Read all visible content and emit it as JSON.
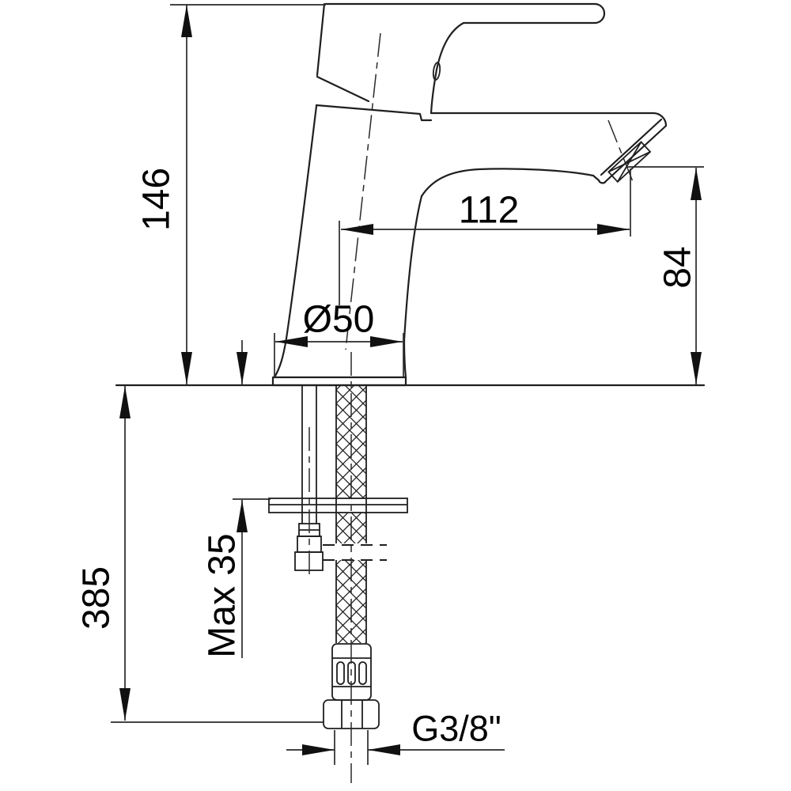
{
  "drawing": {
    "type": "technical-dimension-drawing",
    "subject": "single-lever basin mixer tap, side elevation with flexible supply hose",
    "labels": {
      "total_height": "146",
      "spout_reach": "112",
      "spout_outlet_height": "84",
      "base_diameter": "Ø50",
      "below_deck_length": "385",
      "max_mounting_thickness": "Max 35",
      "thread": "G3/8\""
    },
    "colors": {
      "line": "#1f1f1f",
      "background": "#ffffff",
      "text": "#000000"
    }
  }
}
